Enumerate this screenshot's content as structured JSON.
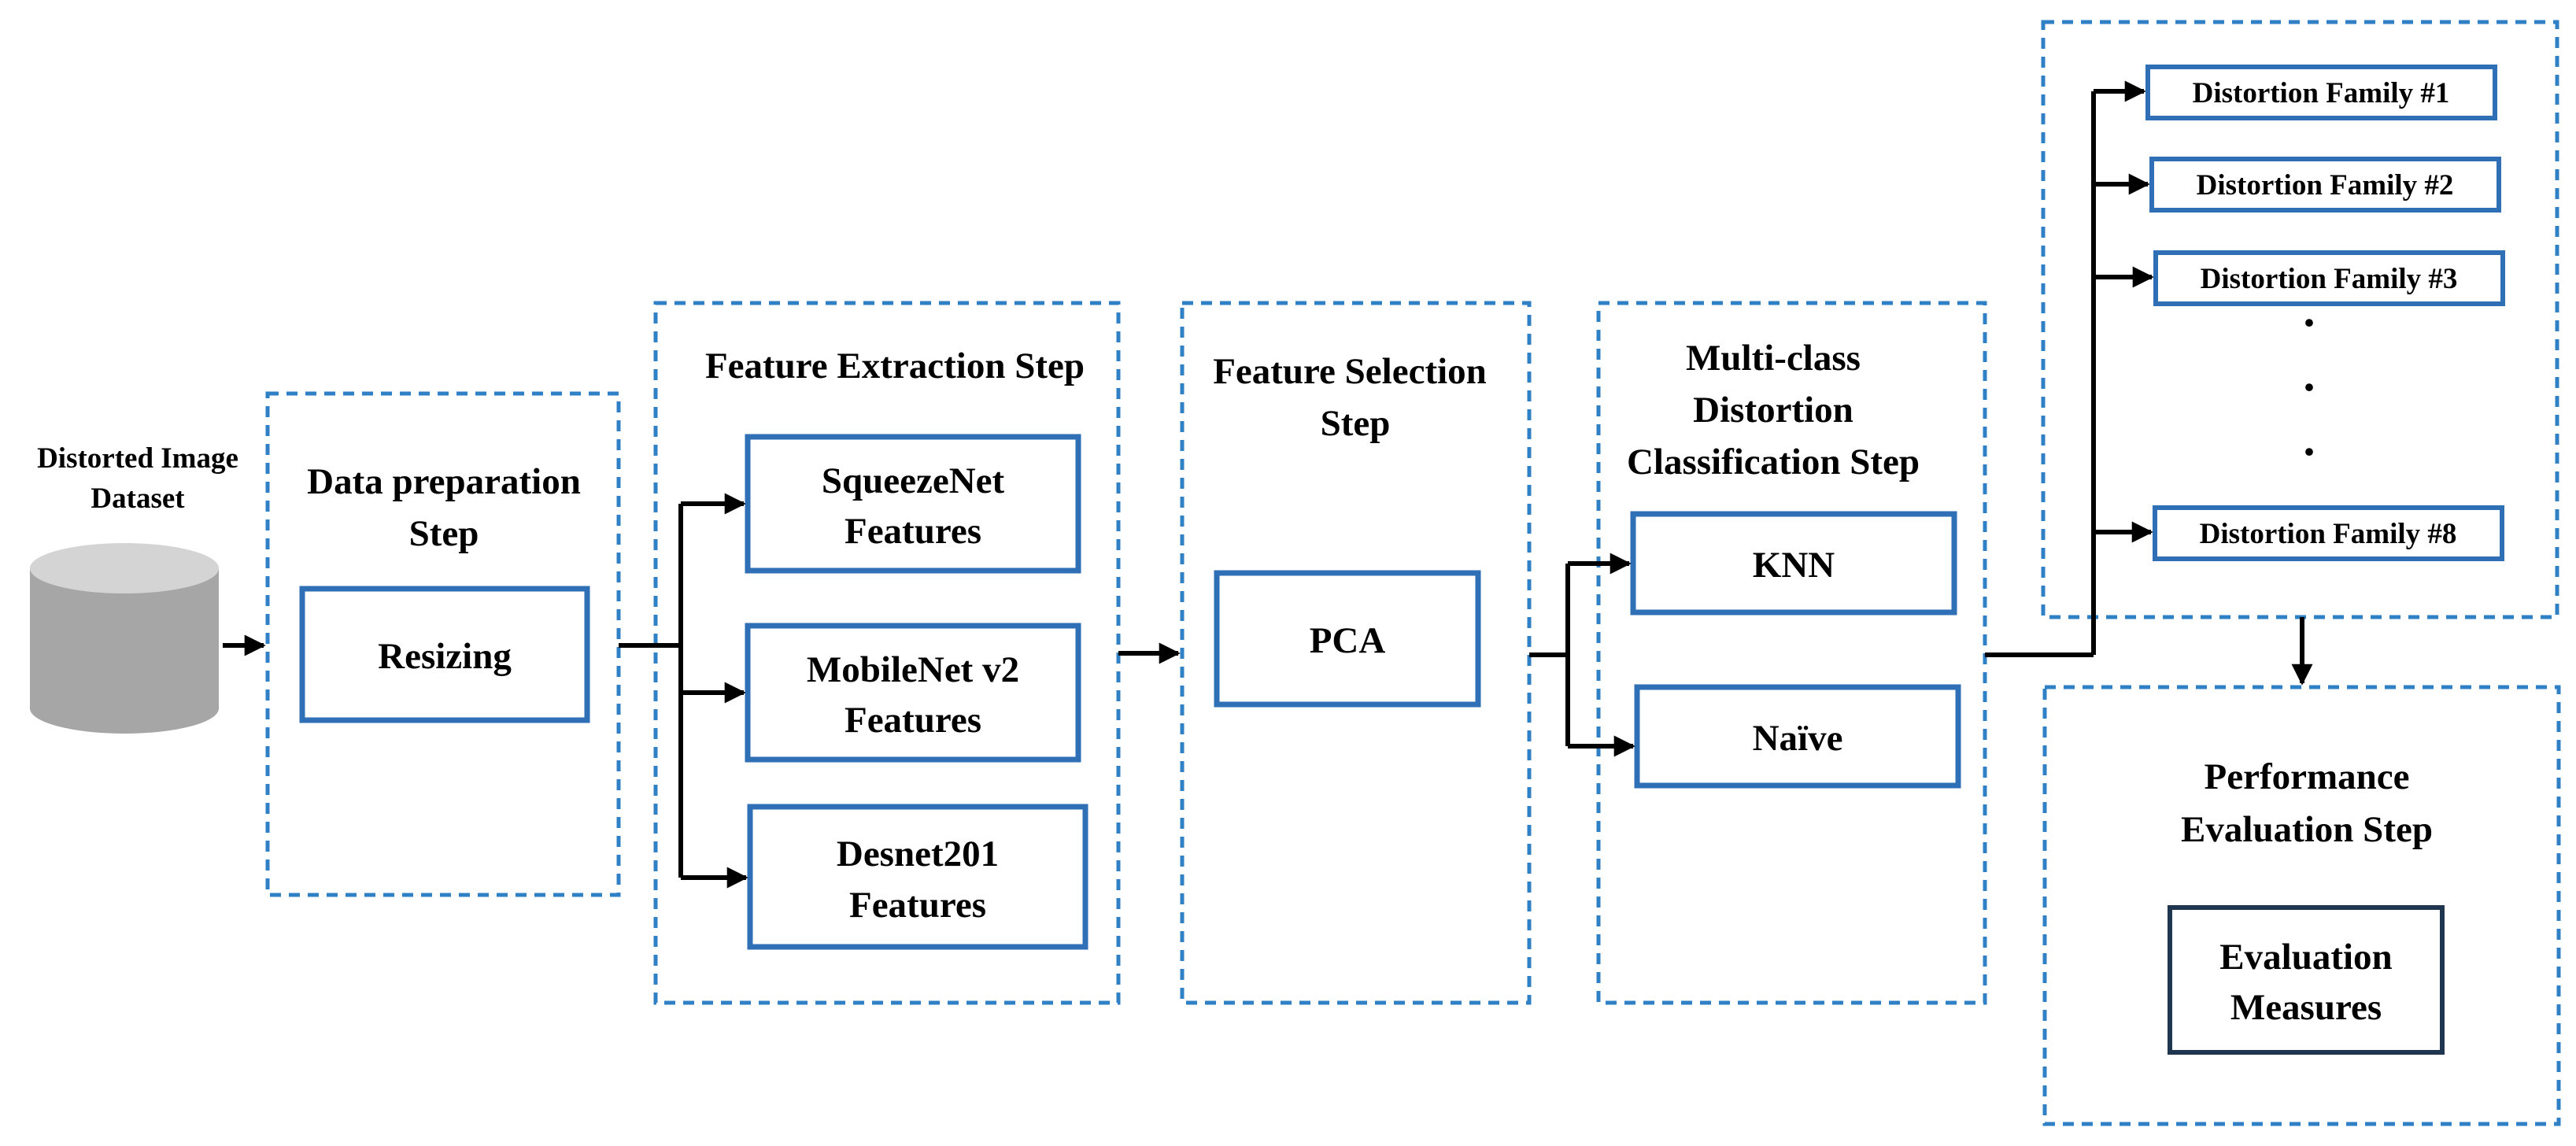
{
  "dataset": {
    "label_line1": "Distorted Image",
    "label_line2": "Dataset"
  },
  "data_prep": {
    "title_line1": "Data preparation",
    "title_line2": "Step",
    "box": "Resizing"
  },
  "feature_extraction": {
    "title": "Feature Extraction Step",
    "boxes": [
      {
        "line1": "SqueezeNet",
        "line2": "Features"
      },
      {
        "line1": "MobileNet v2",
        "line2": "Features"
      },
      {
        "line1": "Desnet201",
        "line2": "Features"
      }
    ]
  },
  "feature_selection": {
    "title_line1": "Feature Selection",
    "title_line2": "Step",
    "box": "PCA"
  },
  "classification": {
    "title_line1": "Multi-class",
    "title_line2": "Distortion",
    "title_line3": "Classification Step",
    "boxes": [
      "KNN",
      "Naïve"
    ]
  },
  "families": {
    "items": [
      "Distortion Family #1",
      "Distortion Family #2",
      "Distortion Family #3",
      "Distortion Family #8"
    ],
    "dots": [
      "·",
      "·",
      "·"
    ]
  },
  "evaluation": {
    "title_line1": "Performance",
    "title_line2": "Evaluation Step",
    "box_line1": "Evaluation",
    "box_line2": "Measures"
  },
  "colors": {
    "dashed_border": "#2f80c4",
    "box_border": "#2e6fb5",
    "eval_box_border": "#1f3550",
    "arrow": "#000000",
    "cylinder_top": "#d4d4d4",
    "cylinder_body": "#a6a6a6"
  }
}
